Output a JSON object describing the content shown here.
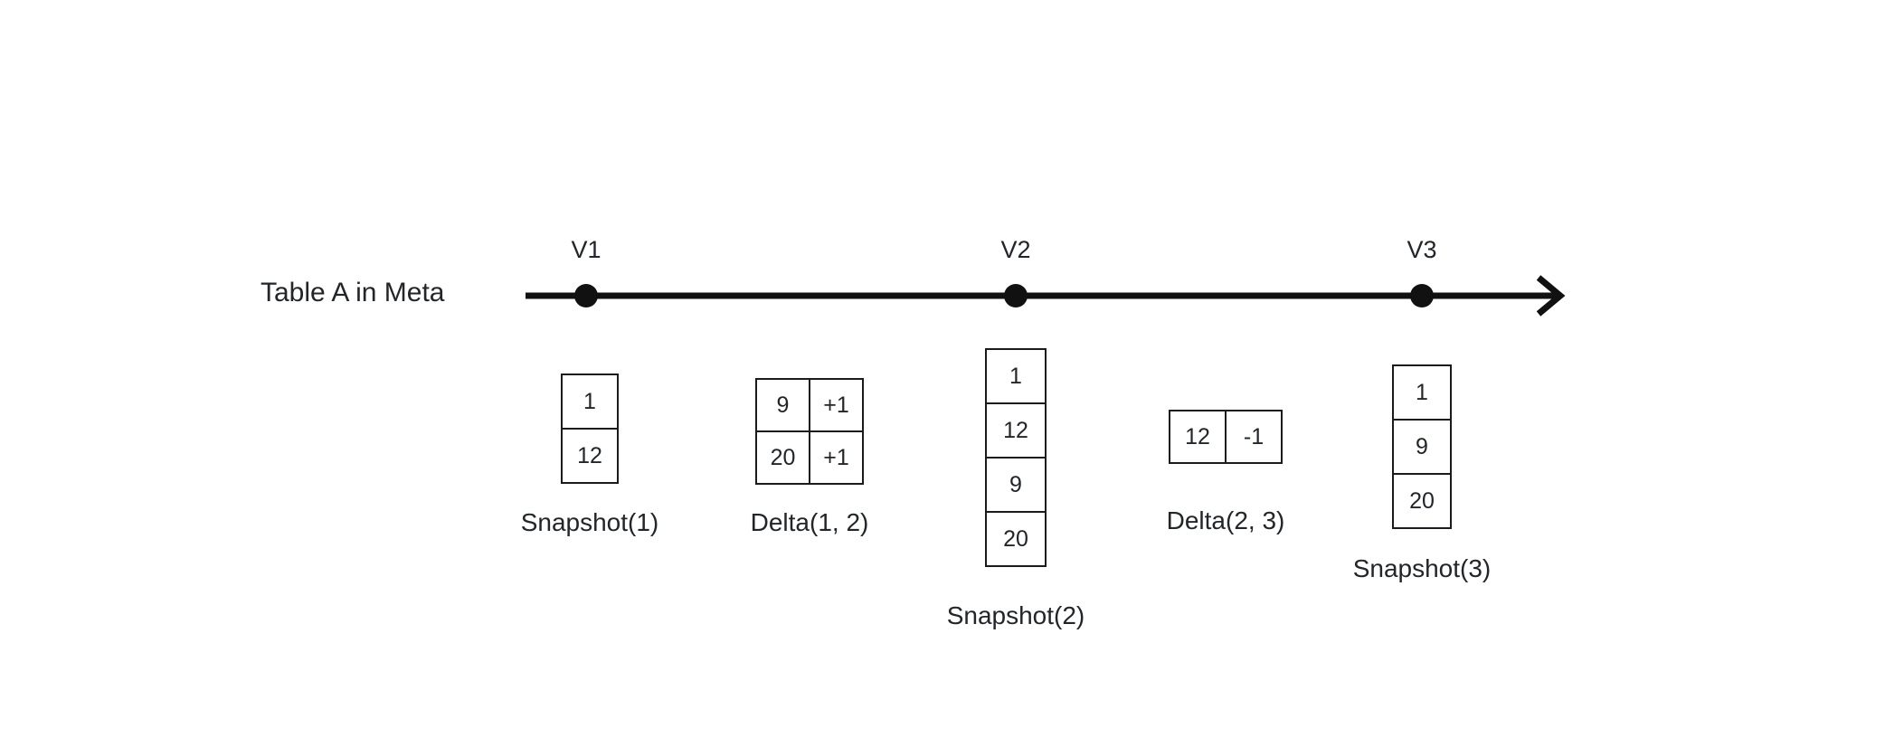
{
  "diagram": {
    "row_label": "Table A in Meta",
    "timeline": {
      "versions": [
        {
          "label": "V1"
        },
        {
          "label": "V2"
        },
        {
          "label": "V3"
        }
      ]
    },
    "artifacts": [
      {
        "caption": "Snapshot(1)",
        "kind": "snapshot",
        "columns": 1,
        "rows": [
          [
            "1"
          ],
          [
            "12"
          ]
        ]
      },
      {
        "caption": "Delta(1, 2)",
        "kind": "delta",
        "columns": 2,
        "rows": [
          [
            "9",
            "+1"
          ],
          [
            "20",
            "+1"
          ]
        ]
      },
      {
        "caption": "Snapshot(2)",
        "kind": "snapshot",
        "columns": 1,
        "rows": [
          [
            "1"
          ],
          [
            "12"
          ],
          [
            "9"
          ],
          [
            "20"
          ]
        ]
      },
      {
        "caption": "Delta(2, 3)",
        "kind": "delta",
        "columns": 2,
        "rows": [
          [
            "12",
            "-1"
          ]
        ]
      },
      {
        "caption": "Snapshot(3)",
        "kind": "snapshot",
        "columns": 1,
        "rows": [
          [
            "1"
          ],
          [
            "9"
          ],
          [
            "20"
          ]
        ]
      }
    ]
  }
}
